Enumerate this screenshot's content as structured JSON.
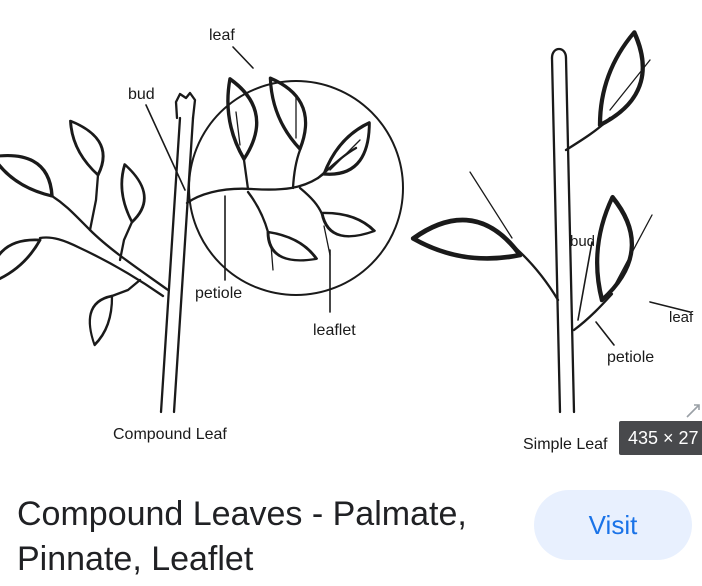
{
  "result": {
    "title": "Compound Leaves - Palmate, Pinnate, Leaflet",
    "visit_label": "Visit",
    "dimensions_badge": "435 × 27"
  },
  "diagram": {
    "labels": {
      "leaf_compound": "leaf",
      "bud_compound": "bud",
      "petiole_compound": "petiole",
      "leaflet": "leaflet",
      "compound_caption": "Compound Leaf",
      "bud_simple": "bud",
      "leaf_simple": "leaf",
      "petiole_simple": "petiole",
      "simple_caption": "Simple Leaf"
    }
  },
  "colors": {
    "accent": "#1a73e8",
    "button_bg": "#e8f0fe",
    "title": "#202124"
  },
  "icons": {
    "expand": "expand-icon"
  }
}
